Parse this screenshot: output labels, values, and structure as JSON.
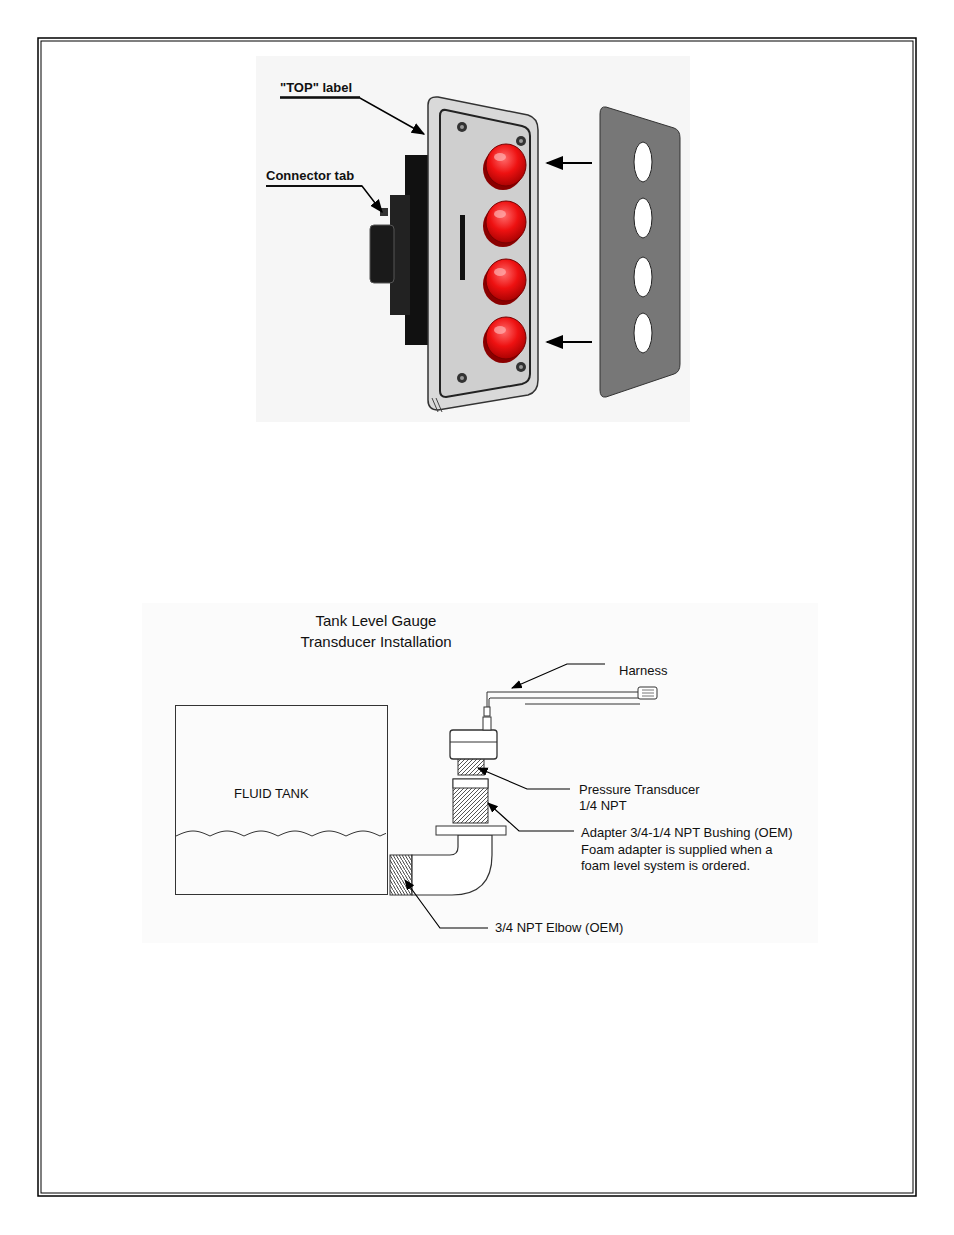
{
  "diagram": {
    "title": "Tank Level Gauge Transducer Installation",
    "nodes": [
      {
        "text": [
          "FLUID TANK"
        ]
      }
    ],
    "labels": [
      "\"TOP\" label",
      "Connector tab",
      "Harness",
      "Pressure Transducer 1/4 NPT",
      "Adapter 3/4-1/4 NPT Bushing (OEM)",
      "Foam adapter is supplied when a foam level system is ordered.",
      "3/4 NPT Elbow (OEM)"
    ]
  }
}
